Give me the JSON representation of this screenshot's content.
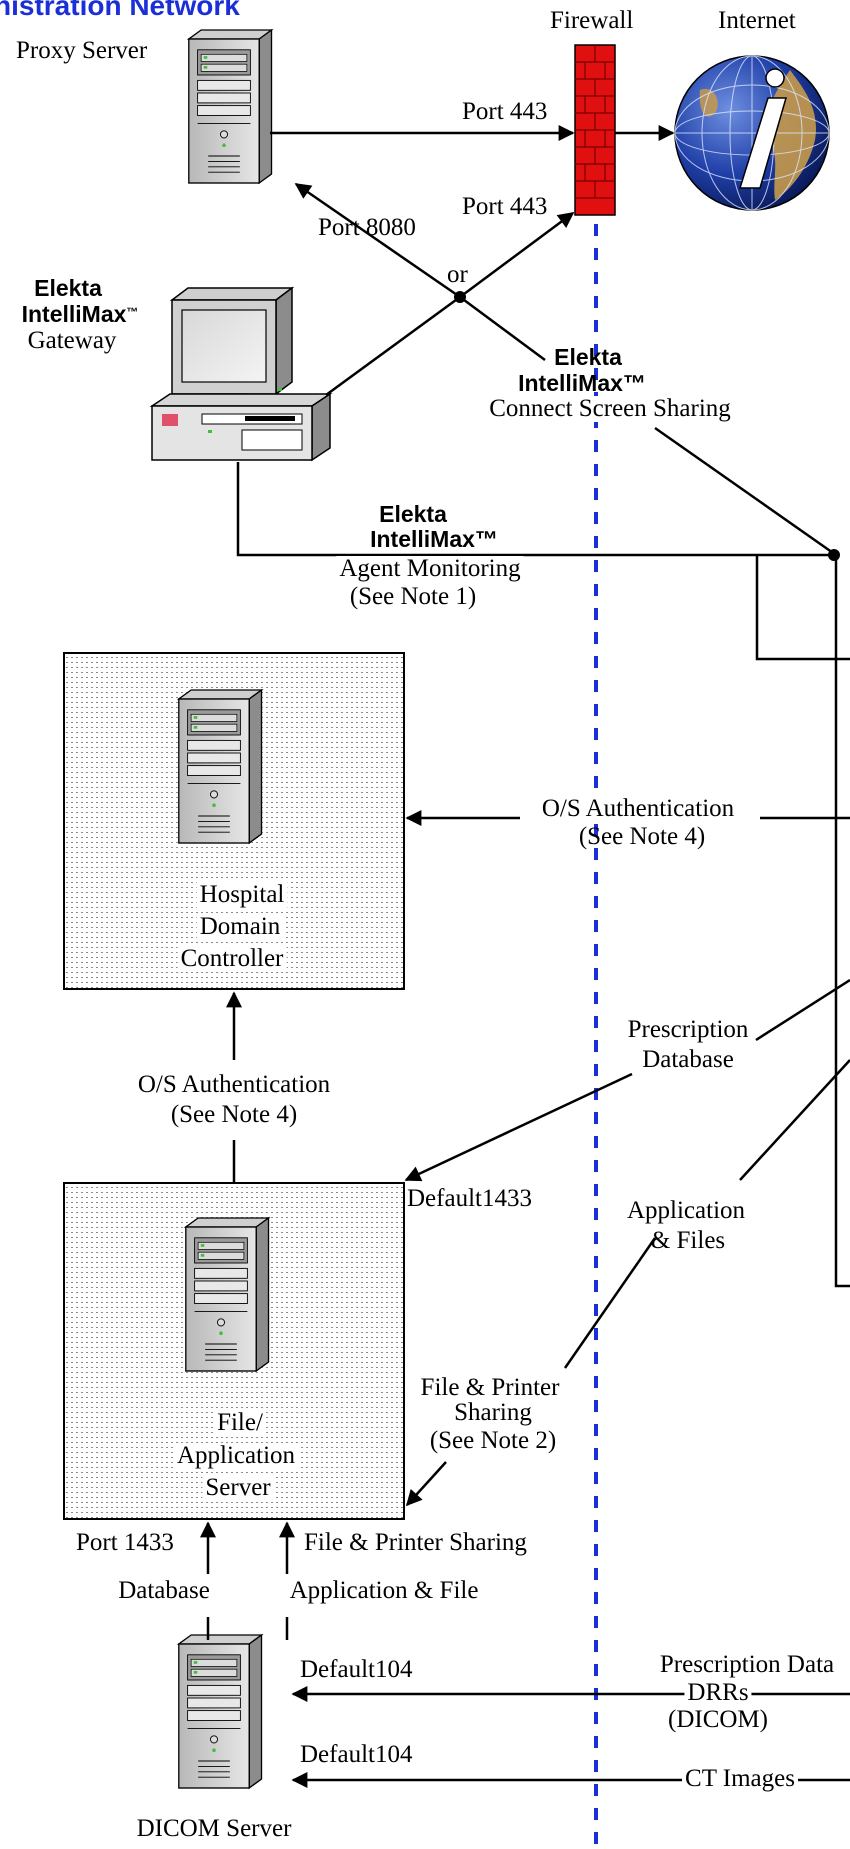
{
  "title": "nistration Network",
  "labels": {
    "firewall": "Firewall",
    "internet": "Internet",
    "proxy_server": "Proxy Server",
    "port_443_a": "Port 443",
    "port_443_b": "Port 443",
    "port_8080": "Port 8080",
    "or": "or",
    "gateway_brand_1": "Elekta",
    "gateway_brand_2": "IntelliMax",
    "gateway_tm": "™",
    "gateway_text": "Gateway",
    "connect_brand_1": "Elekta",
    "connect_brand_2": "IntelliMax™",
    "connect_text": "Connect Screen Sharing",
    "agent_brand_1": "Elekta",
    "agent_brand_2": "IntelliMax™",
    "agent_text": "Agent Monitoring",
    "agent_note": "(See Note 1)",
    "os_auth_right": "O/S Authentication",
    "os_auth_right_note": "(See Note 4)",
    "hospital_1": "Hospital",
    "hospital_2": "Domain",
    "hospital_3": "Controller",
    "prescription_db_1": "Prescription",
    "prescription_db_2": "Database",
    "os_auth_left": "O/S Authentication",
    "os_auth_left_note": "(See Note 4)",
    "default1433": "Default1433",
    "application_files_1": "Application",
    "application_files_2": "& Files",
    "fileapp_1": "File/",
    "fileapp_2": "Application",
    "fileapp_3": "Server",
    "fps_1": "File & Printer",
    "fps_2": "Sharing",
    "fps_3": "(See Note 2)",
    "port_1433": "Port 1433",
    "fps_bottom": "File & Printer Sharing",
    "database": "Database",
    "app_file": "Application & File",
    "default104_a": "Default104",
    "default104_b": "Default104",
    "prescription_data": "Prescription Data",
    "drrs": "DRRs",
    "dicom": "(DICOM)",
    "ct_images": "CT Images",
    "dicom_server": "DICOM Server"
  },
  "colors": {
    "title": "#1a2fd6",
    "firewall": "#e01010",
    "firewall_line": "#1a2fd6",
    "globe_ocean": "#1f3fa8",
    "globe_land": "#c79a4a"
  },
  "icons": [
    "server-tower-icon",
    "desktop-computer-icon",
    "globe-info-icon",
    "firewall-icon"
  ]
}
